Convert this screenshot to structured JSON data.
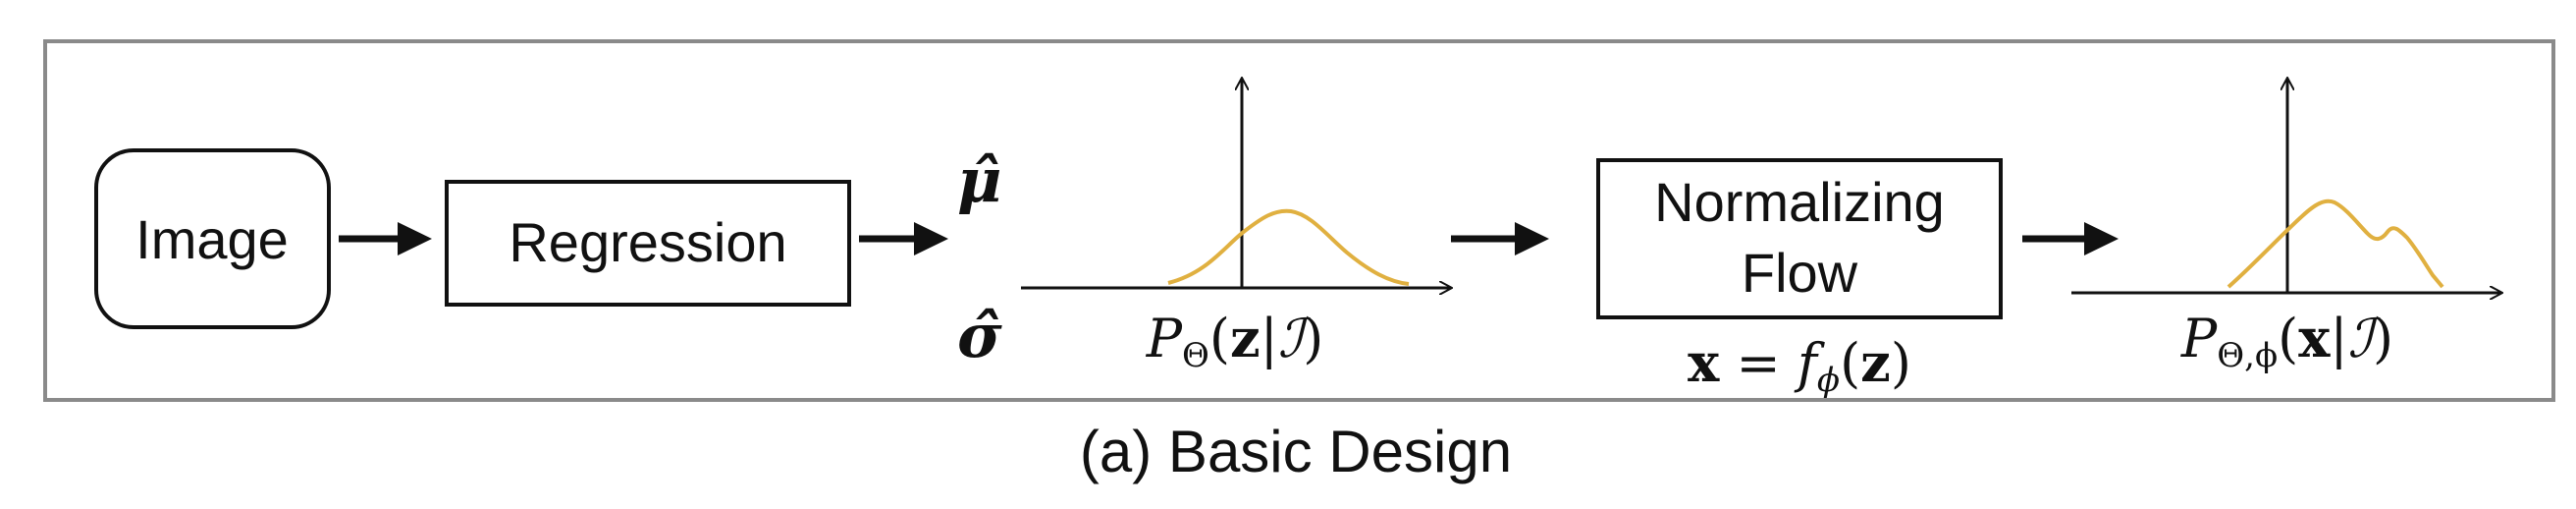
{
  "caption": "(a) Basic Design",
  "colors": {
    "frame": "#8a8a8a",
    "ink": "#111111",
    "curve": "#e0b040"
  },
  "nodes": {
    "image_label": "Image",
    "regression_label": "Regression",
    "nf_line1": "Normalizing",
    "nf_line2": "Flow"
  },
  "math": {
    "mu_hat": "μ̂",
    "sigma_hat": "σ̂",
    "p_theta": {
      "P": "P",
      "sub": "Θ",
      "open": "(",
      "var": "z",
      "bar": "|",
      "cond": "ℐ",
      "close": ")"
    },
    "flow_eq": {
      "x": "x",
      "eq": " = ",
      "f": "f",
      "sub": "ϕ",
      "open": "(",
      "var": "z",
      "close": ")"
    },
    "p_theta_phi": {
      "P": "P",
      "sub": "Θ,ϕ",
      "open": "(",
      "var": "x",
      "bar": "|",
      "cond": "ℐ",
      "close": ")"
    }
  },
  "icons": [
    "arrow-right",
    "axis-arrow",
    "gaussian-curve",
    "multimodal-curve"
  ]
}
